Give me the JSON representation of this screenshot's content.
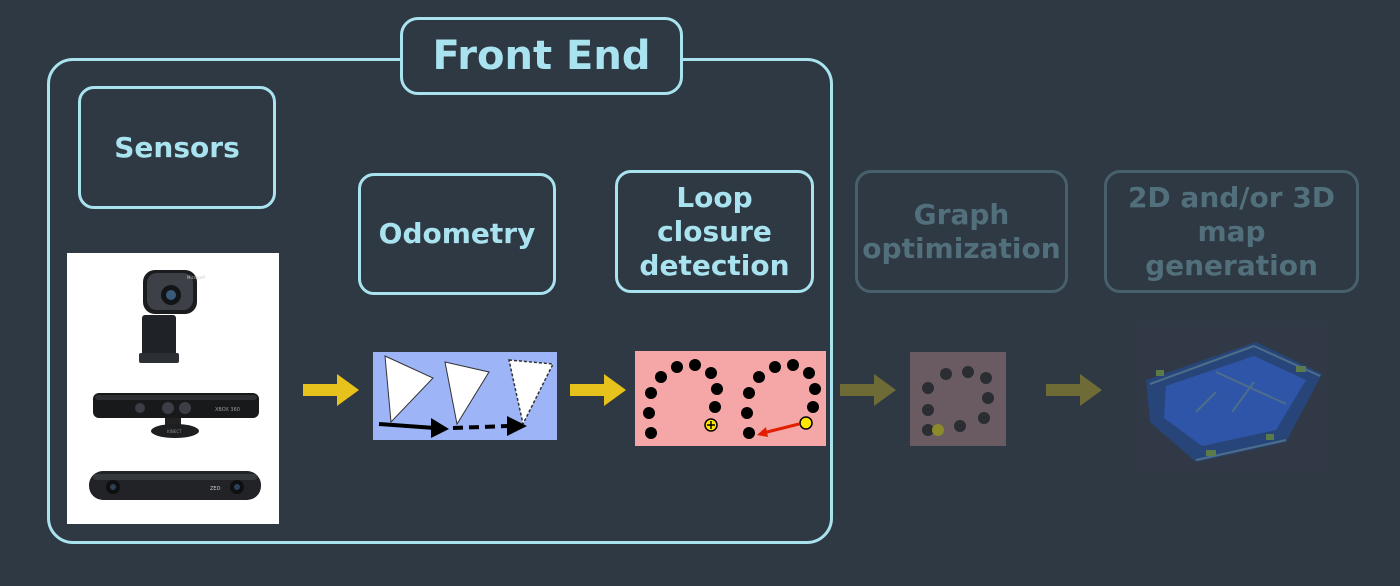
{
  "front_end": {
    "title": "Front End"
  },
  "stages": {
    "sensors": "Sensors",
    "odometry": "Odometry",
    "loop_closure": "Loop\nclosure\ndetection",
    "graph_optimization": "Graph\noptimization",
    "map_generation": "2D and/or 3D\nmap generation"
  },
  "sensor_labels": {
    "webcam_brand": "Microsoft",
    "kinect_brand": "XBOX 360",
    "kinect_logo": "KINECT",
    "zed_brand": "ZED"
  },
  "colors": {
    "background": "#2e3944",
    "accent": "#a9e3ef",
    "dim_accent": "#48606b",
    "arrow": "#e8c21c",
    "arrow_dim": "#6e6b37",
    "odometry_bg": "#9db4f7",
    "loop_bg": "#f5a6a6"
  }
}
